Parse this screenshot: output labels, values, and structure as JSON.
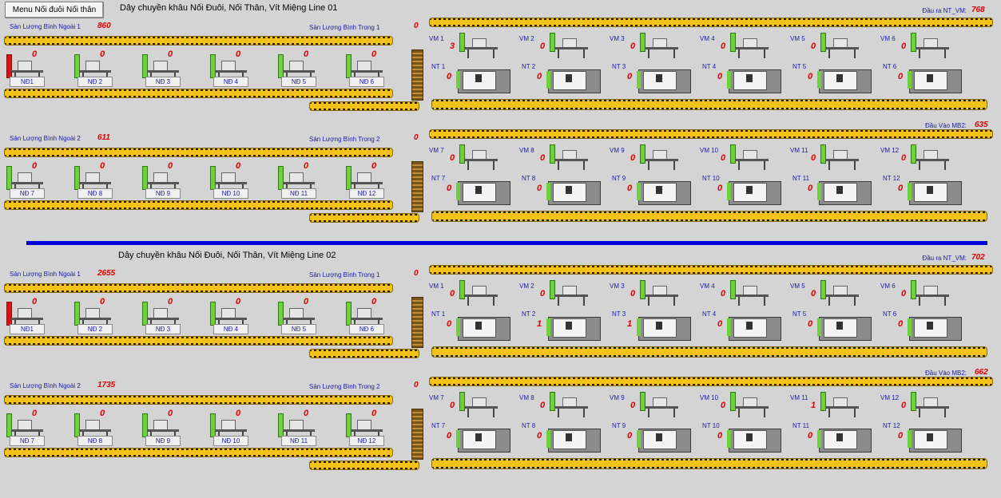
{
  "menu_button": "Menu Nối đuôi Nối thân",
  "lines": [
    {
      "title": "Dây chuyền khâu Nối Đuôi, Nối Thân, Vít Miệng Line 01",
      "out_label": "Đầu ra NT_VM:",
      "out_value": "768",
      "in_label": "Đầu Vào MB2:",
      "in_value": "635",
      "groups": [
        {
          "outer_label": "Sản Lượng Bình Ngoài 1",
          "outer_value": "860",
          "inner_label": "Sản Lượng Bình Trong 1",
          "inner_value": "0",
          "nd": [
            {
              "label": "NĐ1",
              "value": "0"
            },
            {
              "label": "NĐ 2",
              "value": "0"
            },
            {
              "label": "NĐ 3",
              "value": "0"
            },
            {
              "label": "NĐ 4",
              "value": "0"
            },
            {
              "label": "NĐ 5",
              "value": "0"
            },
            {
              "label": "NĐ 6",
              "value": "0"
            }
          ],
          "vm": [
            {
              "label": "VM 1",
              "value": "3"
            },
            {
              "label": "VM 2",
              "value": "0"
            },
            {
              "label": "VM 3",
              "value": "0"
            },
            {
              "label": "VM 4",
              "value": "0"
            },
            {
              "label": "VM 5",
              "value": "0"
            },
            {
              "label": "VM 6",
              "value": "0"
            }
          ],
          "nt": [
            {
              "label": "NT 1",
              "value": "0"
            },
            {
              "label": "NT 2",
              "value": "0"
            },
            {
              "label": "NT 3",
              "value": "0"
            },
            {
              "label": "NT 4",
              "value": "0"
            },
            {
              "label": "NT 5",
              "value": "0"
            },
            {
              "label": "NT 6",
              "value": "0"
            }
          ]
        },
        {
          "outer_label": "Sản Lượng Bình Ngoài 2",
          "outer_value": "611",
          "inner_label": "Sản Lượng Bình Trong 2",
          "inner_value": "0",
          "nd": [
            {
              "label": "NĐ 7",
              "value": "0"
            },
            {
              "label": "NĐ 8",
              "value": "0"
            },
            {
              "label": "NĐ 9",
              "value": "0"
            },
            {
              "label": "NĐ 10",
              "value": "0"
            },
            {
              "label": "NĐ 11",
              "value": "0"
            },
            {
              "label": "NĐ 12",
              "value": "0"
            }
          ],
          "vm": [
            {
              "label": "VM 7",
              "value": "0"
            },
            {
              "label": "VM 8",
              "value": "0"
            },
            {
              "label": "VM 9",
              "value": "0"
            },
            {
              "label": "VM 10",
              "value": "0"
            },
            {
              "label": "VM 11",
              "value": "0"
            },
            {
              "label": "VM 12",
              "value": "0"
            }
          ],
          "nt": [
            {
              "label": "NT 7",
              "value": "0"
            },
            {
              "label": "NT 8",
              "value": "0"
            },
            {
              "label": "NT 9",
              "value": "0"
            },
            {
              "label": "NT 10",
              "value": "0"
            },
            {
              "label": "NT 11",
              "value": "0"
            },
            {
              "label": "NT 12",
              "value": "0"
            }
          ]
        }
      ]
    },
    {
      "title": "Dây chuyền khâu Nối Đuôi, Nối Thân, Vít Miệng Line 02",
      "out_label": "Đầu ra NT_VM:",
      "out_value": "702",
      "in_label": "Đầu Vào MB2:",
      "in_value": "662",
      "groups": [
        {
          "outer_label": "Sản Lượng Bình Ngoài 1",
          "outer_value": "2655",
          "inner_label": "Sản Lượng Bình Trong 1",
          "inner_value": "0",
          "nd": [
            {
              "label": "NĐ1",
              "value": "0"
            },
            {
              "label": "NĐ 2",
              "value": "0"
            },
            {
              "label": "NĐ 3",
              "value": "0"
            },
            {
              "label": "NĐ 4",
              "value": "0"
            },
            {
              "label": "NĐ 5",
              "value": "0"
            },
            {
              "label": "NĐ 6",
              "value": "0"
            }
          ],
          "vm": [
            {
              "label": "VM 1",
              "value": "0"
            },
            {
              "label": "VM 2",
              "value": "0"
            },
            {
              "label": "VM 3",
              "value": "0"
            },
            {
              "label": "VM 4",
              "value": "0"
            },
            {
              "label": "VM 5",
              "value": "0"
            },
            {
              "label": "VM 6",
              "value": "0"
            }
          ],
          "nt": [
            {
              "label": "NT 1",
              "value": "0"
            },
            {
              "label": "NT 2",
              "value": "1"
            },
            {
              "label": "NT 3",
              "value": "1"
            },
            {
              "label": "NT 4",
              "value": "0"
            },
            {
              "label": "NT 5",
              "value": "0"
            },
            {
              "label": "NT 6",
              "value": "0"
            }
          ]
        },
        {
          "outer_label": "Sản Lượng Bình Ngoài 2",
          "outer_value": "1735",
          "inner_label": "Sản Lượng Bình Trong 2",
          "inner_value": "0",
          "nd": [
            {
              "label": "NĐ 7",
              "value": "0"
            },
            {
              "label": "NĐ 8",
              "value": "0"
            },
            {
              "label": "NĐ 9",
              "value": "0"
            },
            {
              "label": "NĐ 10",
              "value": "0"
            },
            {
              "label": "NĐ 11",
              "value": "0"
            },
            {
              "label": "NĐ 12",
              "value": "0"
            }
          ],
          "vm": [
            {
              "label": "VM 7",
              "value": "0"
            },
            {
              "label": "VM 8",
              "value": "0"
            },
            {
              "label": "VM 9",
              "value": "0"
            },
            {
              "label": "VM 10",
              "value": "0"
            },
            {
              "label": "VM 11",
              "value": "1"
            },
            {
              "label": "VM 12",
              "value": "0"
            }
          ],
          "nt": [
            {
              "label": "NT 7",
              "value": "0"
            },
            {
              "label": "NT 8",
              "value": "0"
            },
            {
              "label": "NT 9",
              "value": "0"
            },
            {
              "label": "NT 10",
              "value": "0"
            },
            {
              "label": "NT 11",
              "value": "0"
            },
            {
              "label": "NT 12",
              "value": "0"
            }
          ]
        }
      ]
    }
  ],
  "colors": {
    "background": "#d4d4d4",
    "counter_red": "#e00000",
    "label_blue": "#1a1aa6",
    "conveyor_yellow": "#f3c31a",
    "divider_blue": "#0000d8",
    "machine_green": "#6cd13a",
    "alarm_red": "#e01010"
  }
}
